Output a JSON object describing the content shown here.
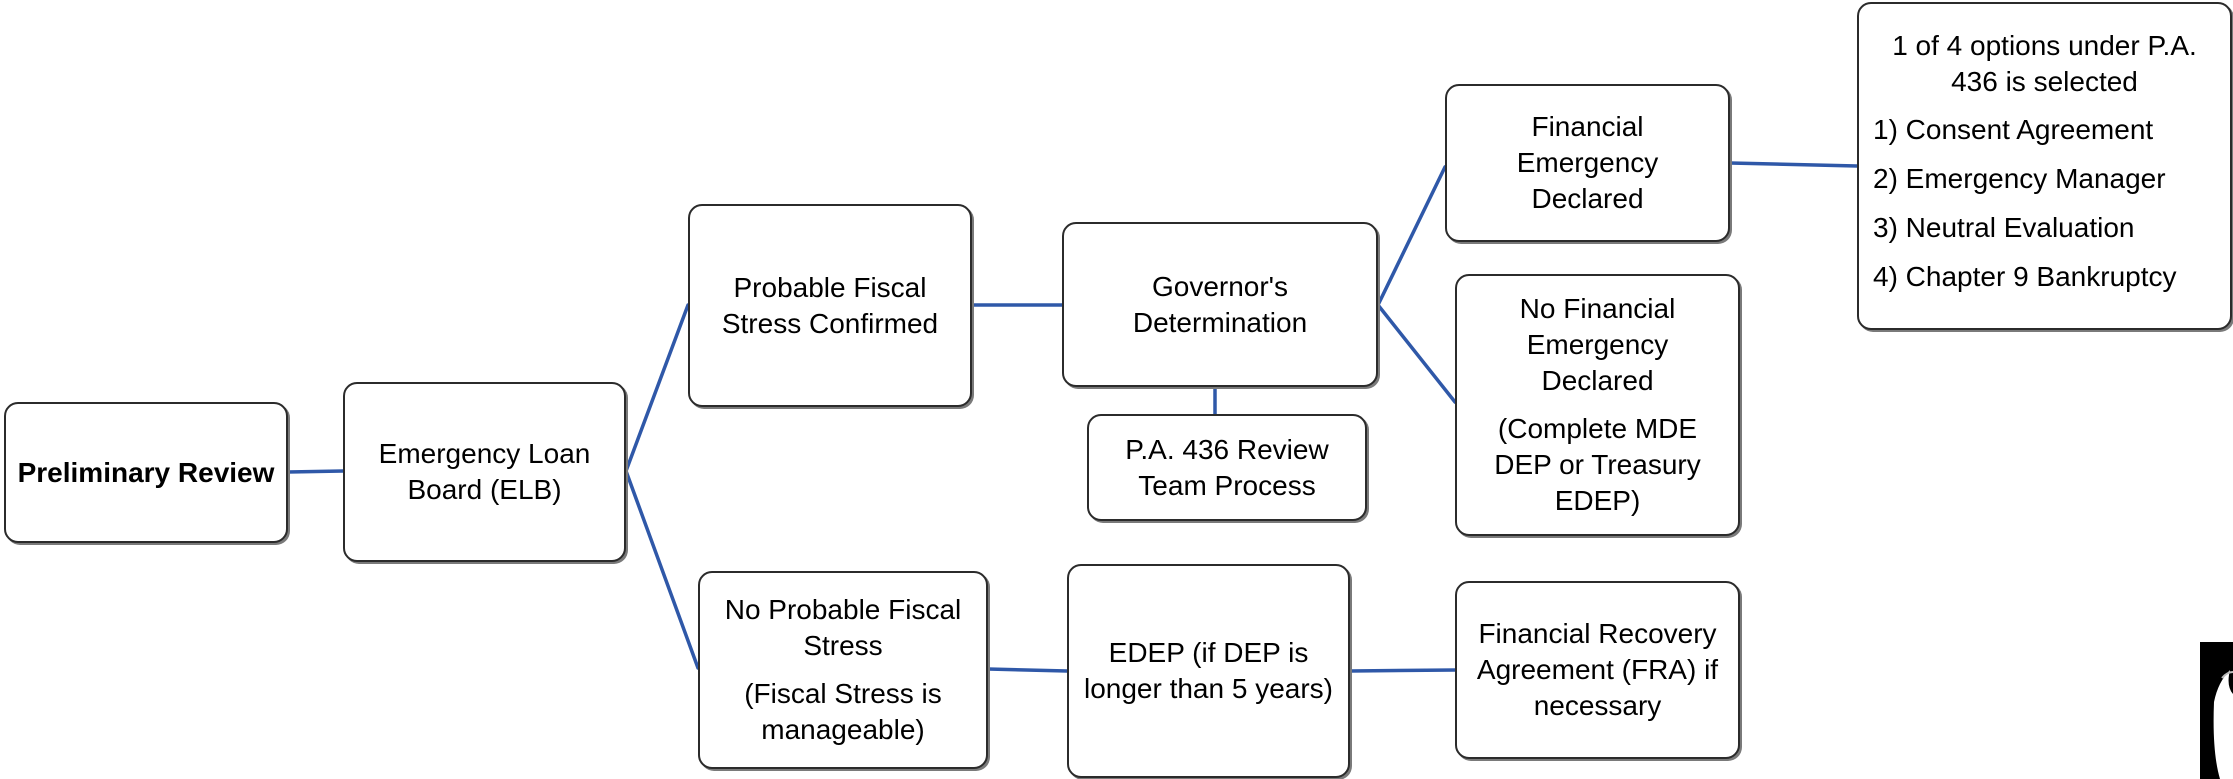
{
  "flowchart": {
    "preliminary_review": "Preliminary Review",
    "emergency_loan_board": "Emergency Loan Board (ELB)",
    "probable_stress": "Probable Fiscal Stress Confirmed",
    "governor": "Governor's Determination",
    "review_team": "P.A. 436 Review Team Process",
    "no_probable_stress": "No Probable Fiscal Stress",
    "no_probable_stress_note": "(Fiscal Stress is manageable)",
    "edep": "EDEP (if DEP is longer than 5 years)",
    "emergency_declared": "Financial Emergency Declared",
    "no_emergency": "No Financial Emergency Declared",
    "no_emergency_note": "(Complete MDE DEP or Treasury EDEP)",
    "fra": "Financial Recovery Agreement (FRA) if necessary",
    "options_header": "1 of 4 options under P.A. 436 is selected",
    "options": [
      "1) Consent Agreement",
      "2) Emergency Manager",
      "3) Neutral Evaluation",
      "4) Chapter 9 Bankruptcy"
    ]
  },
  "colors": {
    "connector": "#2f58a8",
    "box_border": "#2b2b2b"
  }
}
